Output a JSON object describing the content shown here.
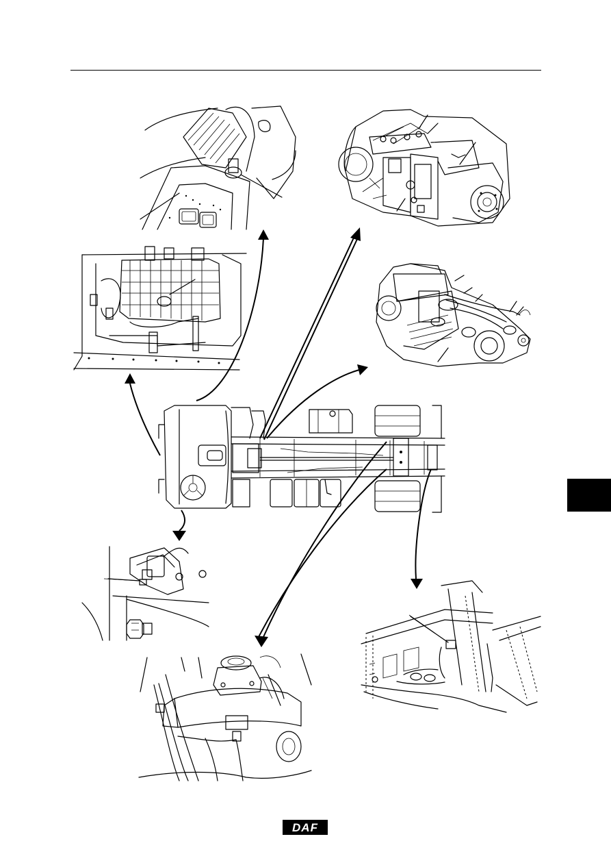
{
  "brand": {
    "logo_text": "DAF",
    "logo_color": "#000000"
  },
  "page": {
    "section_tab_color": "#000000",
    "rule_color": "#000000"
  },
  "figures": [
    {
      "id": "pedal-switch",
      "icon": "pedal-switch-illustration"
    },
    {
      "id": "gearbox-top",
      "icon": "gearbox-illustration"
    },
    {
      "id": "dashboard-fusebox",
      "icon": "fusebox-illustration"
    },
    {
      "id": "gearbox-bottom",
      "icon": "gearbox-illustration"
    },
    {
      "id": "chassis-overview",
      "icon": "truck-chassis-illustration"
    },
    {
      "id": "cab-mount",
      "icon": "sensor-illustration"
    },
    {
      "id": "rear-axle",
      "icon": "axle-illustration"
    },
    {
      "id": "chassis-frame",
      "icon": "frame-illustration"
    }
  ]
}
